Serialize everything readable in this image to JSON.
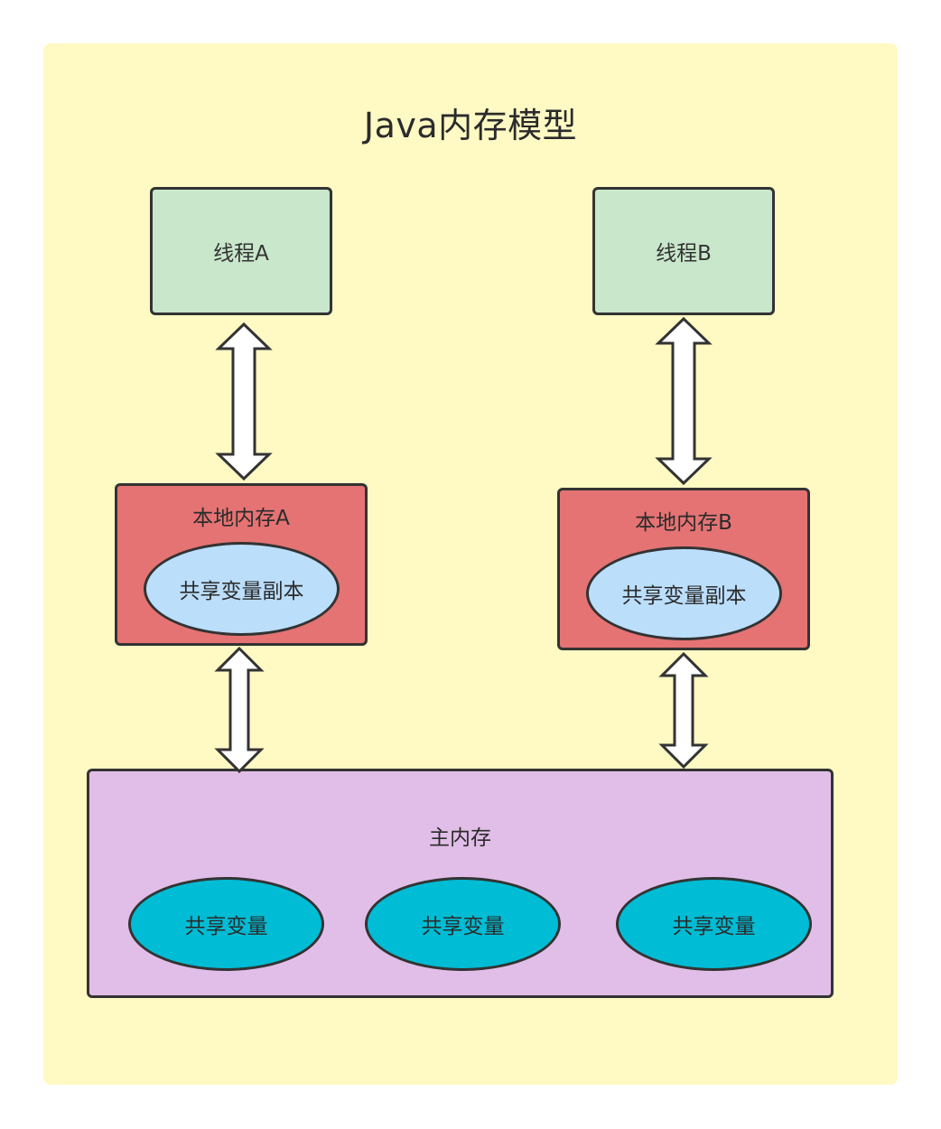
{
  "diagram": {
    "title": "Java内存模型",
    "threads": [
      {
        "label": "线程A"
      },
      {
        "label": "线程B"
      }
    ],
    "local_memories": [
      {
        "label": "本地内存A",
        "copy_label": "共享变量副本"
      },
      {
        "label": "本地内存B",
        "copy_label": "共享变量副本"
      }
    ],
    "main_memory": {
      "label": "主内存",
      "shared_vars": [
        {
          "label": "共享变量"
        },
        {
          "label": "共享变量"
        },
        {
          "label": "共享变量"
        }
      ]
    },
    "colors": {
      "background": "#fff9c4",
      "thread_fill": "#c9e7cb",
      "local_fill": "#e57373",
      "copy_fill": "#bbdefb",
      "main_fill": "#e1bee7",
      "shared_fill": "#00bcd4",
      "stroke": "#333333"
    }
  }
}
